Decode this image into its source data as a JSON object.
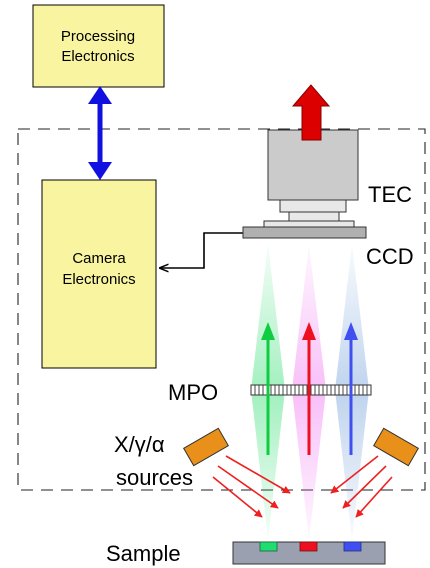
{
  "boxes": {
    "processing": {
      "line1": "Processing",
      "line2": "Electronics"
    },
    "camera": {
      "line1": "Camera",
      "line2": "Electronics"
    }
  },
  "labels": {
    "tec": "TEC",
    "ccd": "CCD",
    "mpo": "MPO",
    "sources_line1": "X/γ/α",
    "sources_line2": "sources",
    "sample": "Sample"
  },
  "colors": {
    "box_fill": "#f8f4a0",
    "double_arrow": "#1010e0",
    "heat_arrow": "#dd0000",
    "green_beam": "#10cc40",
    "red_beam": "#ee1020",
    "blue_beam": "#4050f0",
    "source_box": "#e8901a",
    "sample_fill": "#9aa0b0"
  }
}
